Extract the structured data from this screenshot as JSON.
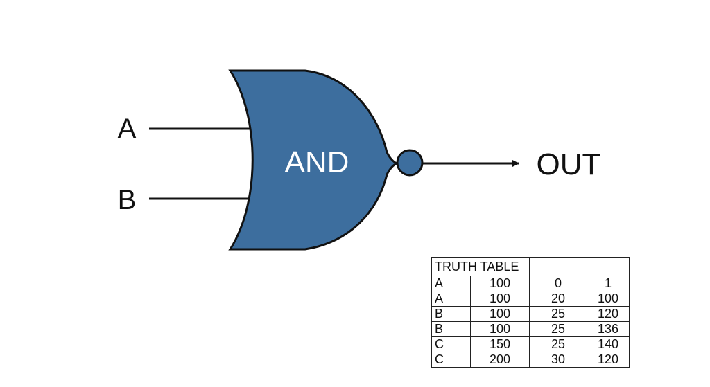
{
  "diagram": {
    "input_a_label": "A",
    "input_b_label": "B",
    "gate_label": "AND",
    "output_label": "OUT",
    "gate_fill_color": "#3d6e9e",
    "stroke_color": "#111111"
  },
  "truth_table": {
    "title": "TRUTH TABLE",
    "rows": [
      [
        "A",
        "100",
        "0",
        "1"
      ],
      [
        "A",
        "100",
        "20",
        "100"
      ],
      [
        "B",
        "100",
        "25",
        "120"
      ],
      [
        "B",
        "100",
        "25",
        "136"
      ],
      [
        "C",
        "150",
        "25",
        "140"
      ],
      [
        "C",
        "200",
        "30",
        "120"
      ]
    ]
  }
}
